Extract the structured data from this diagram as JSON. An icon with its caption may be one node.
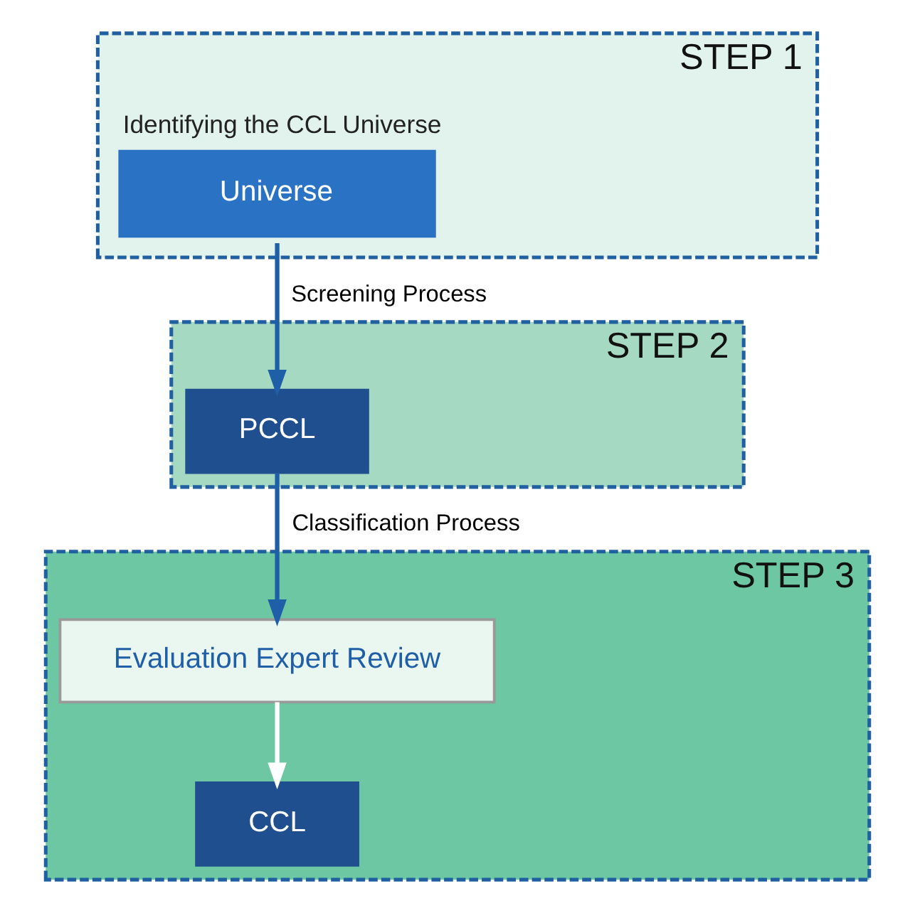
{
  "diagram": {
    "nodes": [
      {
        "text": [
          "STEP 1"
        ]
      },
      {
        "text": [
          "Universe"
        ],
        "in": 0,
        "beside": [
          "Identifying the CCL Universe"
        ]
      },
      {
        "text": [
          "STEP 2"
        ]
      },
      {
        "text": [
          "PCCL"
        ],
        "in": 2
      },
      {
        "text": [
          "STEP 3"
        ]
      },
      {
        "text": [
          "Evaluation Expert Review"
        ],
        "in": 4
      },
      {
        "text": [
          "CCL"
        ],
        "in": 4
      }
    ],
    "edges": [
      {
        "from": 1,
        "to": 3,
        "arrow": "to",
        "label": "Screening Process"
      },
      {
        "from": 3,
        "to": 5,
        "arrow": "to",
        "label": "Classification Process"
      },
      {
        "from": 5,
        "to": 6,
        "arrow": "to",
        "color": "#ffffff"
      }
    ]
  }
}
